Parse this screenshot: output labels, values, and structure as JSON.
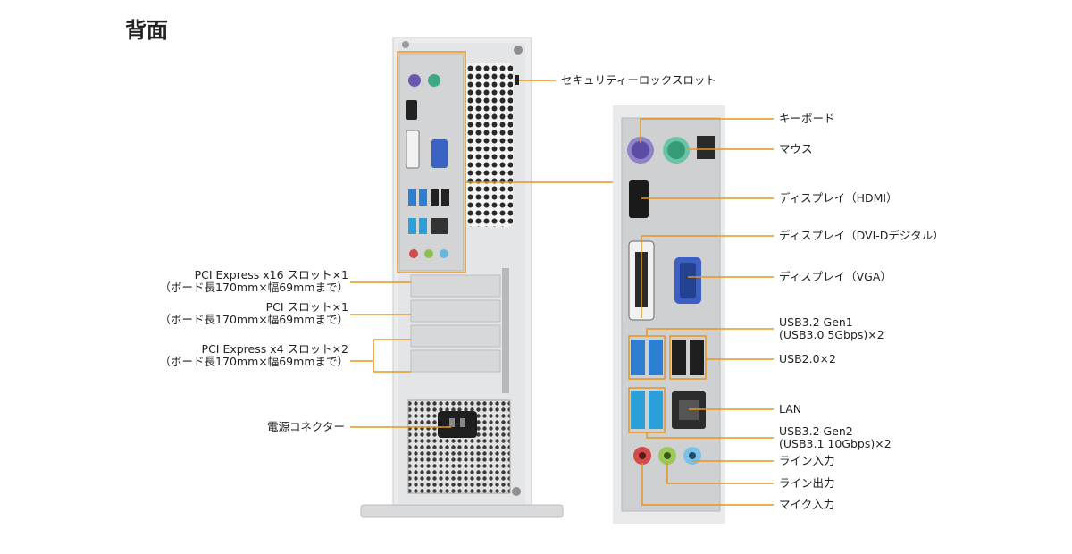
{
  "title": "背面",
  "colors": {
    "leader": "#e8961e",
    "usb3": "#3a8fd6",
    "chassis": "#e9eaec",
    "panel": "#cfd0d2"
  },
  "labels": {
    "security_slot": "セキュリティーロックスロット",
    "pcie_x16_line1": "PCI Express  x16 スロット×1",
    "pcie_x16_line2": "（ボード長170mm×幅69mmまで）",
    "pci_line1": "PCI スロット×1",
    "pci_line2": "（ボード長170mm×幅69mmまで）",
    "pcie_x4_line1": "PCI Express x4 スロット×2",
    "pcie_x4_line2": "（ボード長170mm×幅69mmまで）",
    "power_connector": "電源コネクター",
    "keyboard": "キーボード",
    "mouse": "マウス",
    "display_hdmi": "ディスプレイ（HDMI）",
    "display_dvi": "ディスプレイ（DVI-Dデジタル）",
    "display_vga": "ディスプレイ（VGA）",
    "usb32g1_line1": "USB3.2 Gen1",
    "usb32g1_line2": "(USB3.0 5Gbps)×2",
    "usb20": "USB2.0×2",
    "lan": "LAN",
    "usb32g2_line1": "USB3.2 Gen2",
    "usb32g2_line2": "(USB3.1 10Gbps)×2",
    "line_in": "ライン入力",
    "line_out": "ライン出力",
    "mic_in": "マイク入力"
  }
}
